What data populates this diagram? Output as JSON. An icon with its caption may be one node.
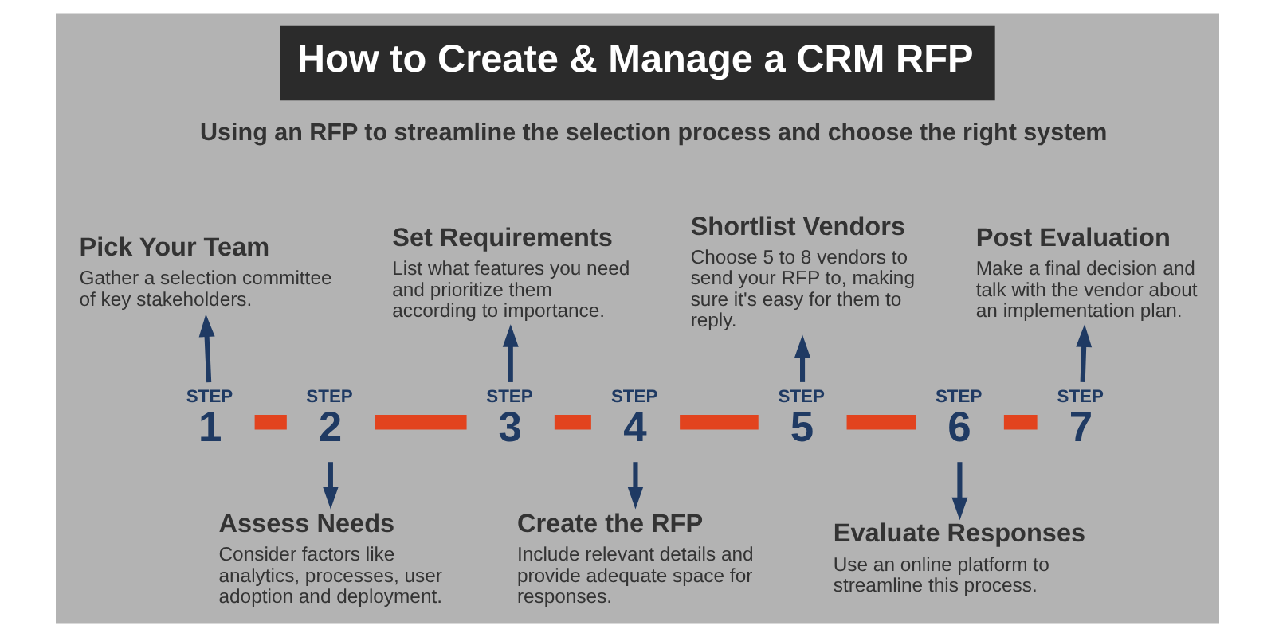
{
  "diagram": {
    "title": "How to Create & Manage a CRM RFP",
    "nodes": [
      {
        "text": [
          "STEP",
          "1"
        ]
      },
      {
        "text": [
          "STEP",
          "2"
        ]
      },
      {
        "text": [
          "STEP",
          "3"
        ]
      },
      {
        "text": [
          "STEP",
          "4"
        ]
      },
      {
        "text": [
          "STEP",
          "5"
        ]
      },
      {
        "text": [
          "STEP",
          "6"
        ]
      },
      {
        "text": [
          "STEP",
          "7"
        ]
      },
      {
        "text": [
          "Pick Your Team",
          "Gather a selection committee of key stakeholders."
        ]
      },
      {
        "text": [
          "Set Requirements",
          "List what features you need and prioritize them according to importance."
        ]
      },
      {
        "text": [
          "Shortlist Vendors",
          "Choose 5 to 8 vendors to send your RFP to, making sure it's easy for them to reply."
        ]
      },
      {
        "text": [
          "Post Evaluation",
          "Make a final decision and talk with the vendor about an implementation plan."
        ]
      },
      {
        "text": [
          "Assess Needs",
          "Consider factors like analytics, processes, user adoption and deployment."
        ]
      },
      {
        "text": [
          "Create the RFP",
          "Include relevant details and provide adequate space for responses."
        ]
      },
      {
        "text": [
          "Evaluate Responses",
          "Use an online platform to streamline this process."
        ]
      }
    ],
    "edges": [
      {
        "from": 0,
        "to": 1,
        "arrow": "none",
        "style": "thick",
        "color": "#e2431e"
      },
      {
        "from": 1,
        "to": 2,
        "arrow": "none",
        "style": "thick",
        "color": "#e2431e"
      },
      {
        "from": 2,
        "to": 3,
        "arrow": "none",
        "style": "thick",
        "color": "#e2431e"
      },
      {
        "from": 3,
        "to": 4,
        "arrow": "none",
        "style": "thick",
        "color": "#e2431e"
      },
      {
        "from": 4,
        "to": 5,
        "arrow": "none",
        "style": "thick",
        "color": "#e2431e"
      },
      {
        "from": 5,
        "to": 6,
        "arrow": "none",
        "style": "thick",
        "color": "#e2431e"
      },
      {
        "from": 0,
        "to": 7,
        "arrow": "to"
      },
      {
        "from": 1,
        "to": 11,
        "arrow": "to"
      },
      {
        "from": 2,
        "to": 8,
        "arrow": "to"
      },
      {
        "from": 3,
        "to": 12,
        "arrow": "to"
      },
      {
        "from": 4,
        "to": 9,
        "arrow": "to"
      },
      {
        "from": 5,
        "to": 13,
        "arrow": "to"
      },
      {
        "from": 6,
        "to": 10,
        "arrow": "to"
      }
    ],
    "labels": [
      "Using an RFP to streamline the selection process and choose the right system"
    ]
  }
}
